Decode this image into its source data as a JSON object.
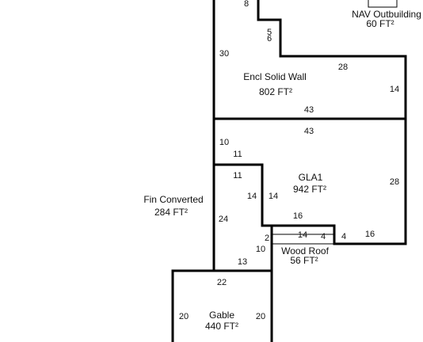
{
  "areas": {
    "nav_outbuilding": {
      "name": "NAV Outbuilding",
      "area": "60 FT²"
    },
    "encl_solid_wall": {
      "name": "Encl Solid Wall",
      "area": "802 FT²"
    },
    "gla1": {
      "name": "GLA1",
      "area": "942 FT²"
    },
    "fin_converted": {
      "name": "Fin Converted",
      "area": "284 FT²"
    },
    "wood_roof": {
      "name": "Wood Roof",
      "area": "56 FT²"
    },
    "gable": {
      "name": "Gable",
      "area": "440 FT²"
    }
  },
  "dimensions": {
    "encl_top_stub": "8",
    "encl_step_a": "5",
    "encl_step_b": "6",
    "encl_left": "30",
    "encl_upper": "28",
    "encl_right": "14",
    "encl_bottom": "43",
    "gla_top": "43",
    "gla_left_upper": "10",
    "gla_notch_top": "11",
    "fin_top": "11",
    "fin_right": "14",
    "gla_left_inner": "14",
    "gla_right": "28",
    "gla_inner_bottom": "16",
    "gla_bottom_right": "16",
    "fin_left": "24",
    "fin_step": "2",
    "fin_lower_right": "10",
    "fin_bottom": "13",
    "wood_top": "14",
    "wood_right": "4",
    "gla_step": "4",
    "gable_top": "22",
    "gable_left": "20",
    "gable_right": "20"
  }
}
